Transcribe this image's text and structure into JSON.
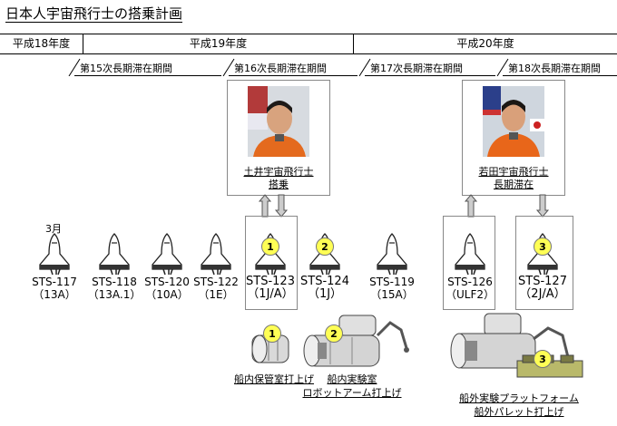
{
  "title": "日本人宇宙飛行士の搭乗計画",
  "fiscal_years": [
    "平成18年度",
    "平成19年度",
    "平成20年度"
  ],
  "periods": [
    "第15次長期滞在期間",
    "第16次長期滞在期間",
    "第17次長期滞在期間",
    "第18次長期滞在期間"
  ],
  "march_label": "3月",
  "astronauts": [
    {
      "line1": "土井宇宙飛行士",
      "line2": "搭乗"
    },
    {
      "line1": "若田宇宙飛行士",
      "line2": "長期滞在"
    }
  ],
  "flights": [
    {
      "code": "STS-117",
      "assembly": "（13A）",
      "badge": ""
    },
    {
      "code": "STS-118",
      "assembly": "（13A.1）",
      "badge": ""
    },
    {
      "code": "STS-120",
      "assembly": "（10A）",
      "badge": ""
    },
    {
      "code": "STS-122",
      "assembly": "（1E）",
      "badge": ""
    },
    {
      "code": "STS-123",
      "assembly": "（1J/A）",
      "badge": "1"
    },
    {
      "code": "STS-124",
      "assembly": "（1J）",
      "badge": "2"
    },
    {
      "code": "STS-119",
      "assembly": "（15A）",
      "badge": ""
    },
    {
      "code": "STS-126",
      "assembly": "（ULF2）",
      "badge": ""
    },
    {
      "code": "STS-127",
      "assembly": "（2J/A）",
      "badge": "3"
    }
  ],
  "modules": [
    {
      "badge": "1",
      "line1": "船内保管室打上げ",
      "line2": ""
    },
    {
      "badge": "2",
      "line1": "船内実験室",
      "line2": "ロボットアーム打上げ"
    },
    {
      "badge": "3",
      "line1": "船外実験プラットフォーム",
      "line2": "船外パレット打上げ"
    }
  ]
}
